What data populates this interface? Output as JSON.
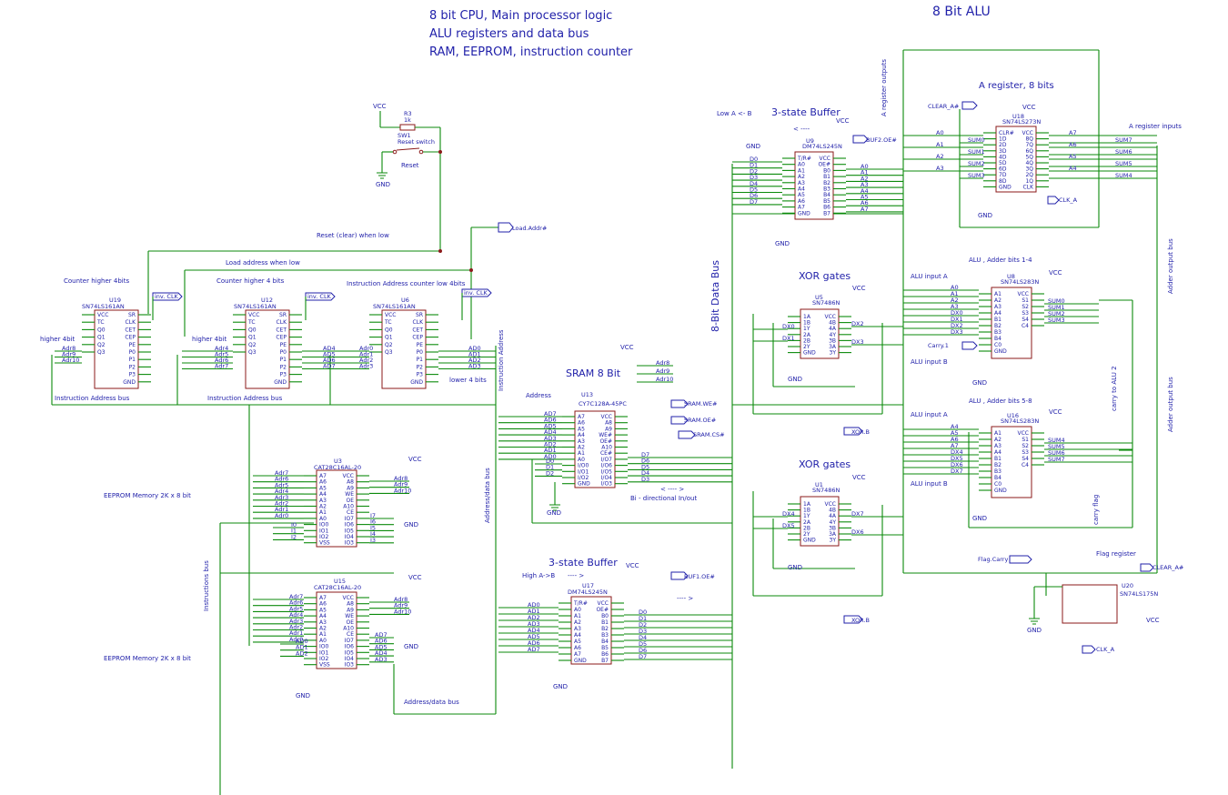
{
  "title_lines": [
    "8 bit CPU, Main processor logic",
    "ALU registers and data bus",
    "RAM, EEPROM, instruction counter"
  ],
  "alu_title": "8 Bit ALU",
  "power": {
    "vcc": "VCC",
    "gnd": "GND"
  },
  "reset": {
    "resistor_ref": "R3",
    "resistor_val": "1k",
    "switch_ref": "SW1",
    "switch_name": "Reset switch",
    "label": "Reset",
    "note": "Reset (clear) when low"
  },
  "net_labels": {
    "load_addr": "Load.Addr#",
    "inv_clk": "inv. CLK",
    "sram_we": "SRAM.WE#",
    "sram_oe": "SRAM.OE#",
    "sram_cs": "SRAM.CS#",
    "buf1_oe": "BUF1.OE#",
    "buf2_oe": "BUF2.OE#",
    "xor_b": "XOR.B",
    "carry1": "Carry.1",
    "clear_a": "CLEAR_A#",
    "clk_a": "CLK_A",
    "flag_carry": "Flag.Carry"
  },
  "notes": {
    "load_addr_low": "Load address when low",
    "counter_higher_a": "Counter higher 4bits",
    "counter_higher_b": "Counter higher 4 bits",
    "counter_low": "Instruction Address counter low 4bits",
    "higher4_a": "higher 4bit",
    "higher4_b": "higher 4bit",
    "lower4": "lower 4 bits",
    "instr_addr_bus_a": "Instruction Address bus",
    "instr_addr_bus_b": "Instruction Address bus",
    "instr_addr_vert": "Instruction Address",
    "address": "Address",
    "sram_title": "SRAM 8 Bit",
    "bidir": "Bi - directional In/out",
    "bidir_arrow": "< ---- >",
    "eeprom_a": "EEPROM Memory 2K x 8 bit",
    "eeprom_b": "EEPROM Memory 2K x 8 bit",
    "instructions_bus": "Instructions bus",
    "addr_data_bus_vert": "Address/data bus",
    "addr_data_bus": "Address/data bus",
    "buffer_high": "3-state Buffer",
    "high_ab": "High A->B",
    "arrow_right": "---- >",
    "arrow_right2": "---- >",
    "data_bus": "8-Bit Data Bus",
    "low_ab": "Low A <- B",
    "buffer_low": "3-state Buffer",
    "arrow_left": "< ----",
    "reg_outputs": "A register outputs",
    "reg_a": "A register, 8 bits",
    "reg_inputs": "A register inputs",
    "xor_a": "XOR gates",
    "xor_b": "XOR gates",
    "alu_14": "ALU , Adder bits 1-4",
    "alu_58": "ALU , Adder bits 5-8",
    "alu_in_a1": "ALU input A",
    "alu_in_b1": "ALU input B",
    "alu_in_a2": "ALU input A",
    "alu_in_b2": "ALU input B",
    "adder_out_1": "Adder output bus",
    "adder_out_2": "Adder output bus",
    "carry_alu2": "carry to ALU 2",
    "carry_flag": "carry flag",
    "flag_reg": "Flag register"
  },
  "chips": {
    "u19": {
      "ref": "U19",
      "part": "SN74LS161AN"
    },
    "u12": {
      "ref": "U12",
      "part": "SN74LS161AN"
    },
    "u6": {
      "ref": "U6",
      "part": "SN74LS161AN"
    },
    "u13": {
      "ref": "U13",
      "part": "CY7C128A-45PC"
    },
    "u3": {
      "ref": "U3",
      "part": "CAT28C16AL-20"
    },
    "u15": {
      "ref": "U15",
      "part": "CAT28C16AL-20"
    },
    "u17": {
      "ref": "U17",
      "part": "DM74LS245N"
    },
    "u9": {
      "ref": "U9",
      "part": "DM74LS245N"
    },
    "u18": {
      "ref": "U18",
      "part": "SN74LS273N"
    },
    "u5": {
      "ref": "U5",
      "part": "SN7486N"
    },
    "u1": {
      "ref": "U1",
      "part": "SN7486N"
    },
    "u8": {
      "ref": "U8",
      "part": "SN74LS283N"
    },
    "u16": {
      "ref": "U16",
      "part": "SN74LS283N"
    },
    "u20": {
      "ref": "U20",
      "part": "SN74LS175N"
    }
  },
  "pins": {
    "counter_left": [
      "VCC",
      "TC",
      "Q0",
      "Q1",
      "Q2",
      "Q3"
    ],
    "counter_right": [
      "SR",
      "CLK",
      "CET",
      "CEP",
      "PE",
      "P0",
      "P1",
      "P2",
      "P3",
      "GND"
    ],
    "sram_left": [
      "A7",
      "A6",
      "A5",
      "A4",
      "A3",
      "A2",
      "A1",
      "A0",
      "I/O0",
      "I/O1",
      "I/O2",
      "GND"
    ],
    "sram_right": [
      "VCC",
      "A8",
      "A9",
      "WE#",
      "OE#",
      "A10",
      "CE#",
      "I/O7",
      "I/O6",
      "I/O5",
      "I/O4",
      "I/O3"
    ],
    "eeprom_left": [
      "A7",
      "A6",
      "A5",
      "A4",
      "A3",
      "A2",
      "A1",
      "A0",
      "IO0",
      "IO1",
      "IO2",
      "VSS"
    ],
    "eeprom_right": [
      "VCC",
      "A8",
      "A9",
      "WE",
      "OE",
      "A10",
      "CE",
      "IO7",
      "IO6",
      "IO5",
      "IO4",
      "IO3"
    ],
    "buf_left": [
      "T/R#",
      "A0",
      "A1",
      "A2",
      "A3",
      "A4",
      "A5",
      "A6",
      "A7",
      "GND"
    ],
    "buf_right": [
      "VCC",
      "OE#",
      "B0",
      "B1",
      "B2",
      "B3",
      "B4",
      "B5",
      "B6",
      "B7"
    ],
    "reg_left": [
      "CLR#",
      "1D",
      "2D",
      "3D",
      "4D",
      "5D",
      "6D",
      "7D",
      "8D",
      "GND"
    ],
    "reg_right": [
      "VCC",
      "8Q",
      "7Q",
      "6Q",
      "5Q",
      "4Q",
      "3Q",
      "2Q",
      "1Q",
      "CLK"
    ],
    "xor_left": [
      "1A",
      "1B",
      "1Y",
      "2A",
      "2B",
      "2Y",
      "GND"
    ],
    "xor_right": [
      "VCC",
      "4B",
      "4A",
      "4Y",
      "3B",
      "3A",
      "3Y"
    ],
    "adder_left": [
      "A1",
      "A2",
      "A3",
      "A4",
      "B1",
      "B2",
      "B3",
      "B4",
      "C0",
      "GND"
    ],
    "adder_right": [
      "VCC",
      "S1",
      "S2",
      "S3",
      "S4",
      "C4"
    ]
  },
  "signals": {
    "adr_u19": [
      "Adr8",
      "Adr9",
      "Adr10"
    ],
    "adr_u12": [
      "Adr4",
      "Adr5",
      "Adr6",
      "Adr7"
    ],
    "adr_u12_out": [
      "AD4",
      "AD5",
      "AD6",
      "AD7"
    ],
    "adr_u6": [
      "Adr0",
      "Adr1",
      "Adr2",
      "Adr3"
    ],
    "ad_u6_out": [
      "AD0",
      "AD1",
      "AD2",
      "AD3"
    ],
    "sram_addr": [
      "AD7",
      "AD6",
      "AD5",
      "AD4",
      "AD3",
      "AD2",
      "AD1",
      "AD0"
    ],
    "sram_hi": [
      "Adr8",
      "Adr9",
      "Adr10"
    ],
    "sram_data_l": [
      "D0",
      "D1",
      "D2"
    ],
    "sram_data_r": [
      "D7",
      "D6",
      "D5",
      "D4",
      "D3"
    ],
    "eeprom_adr": [
      "Adr7",
      "Adr6",
      "Adr5",
      "Adr4",
      "Adr3",
      "Adr2",
      "Adr1",
      "Adr0"
    ],
    "eeprom_hi": [
      "Adr8",
      "Adr9",
      "Adr10"
    ],
    "instr_l": [
      "I0",
      "I1",
      "I2"
    ],
    "instr_r": [
      "I7",
      "I6",
      "I5",
      "I4",
      "I3"
    ],
    "ad_l": [
      "AD0",
      "AD1",
      "AD2"
    ],
    "ad_r": [
      "AD7",
      "AD6",
      "AD5",
      "AD4",
      "AD3"
    ],
    "buf_ad": [
      "AD0",
      "AD1",
      "AD2",
      "AD3",
      "AD4",
      "AD5",
      "AD6",
      "AD7"
    ],
    "buf_d": [
      "D0",
      "D1",
      "D2",
      "D3",
      "D4",
      "D5",
      "D6",
      "D7"
    ],
    "buf_a": [
      "A0",
      "A1",
      "A2",
      "A3",
      "A4",
      "A5",
      "A6",
      "A7"
    ],
    "sum": [
      "SUM0",
      "SUM1",
      "SUM2",
      "SUM3",
      "SUM4",
      "SUM5",
      "SUM6",
      "SUM7"
    ],
    "dx": [
      "DX0",
      "DX1",
      "DX2",
      "DX3",
      "DX4",
      "DX5",
      "DX6",
      "DX7"
    ]
  }
}
